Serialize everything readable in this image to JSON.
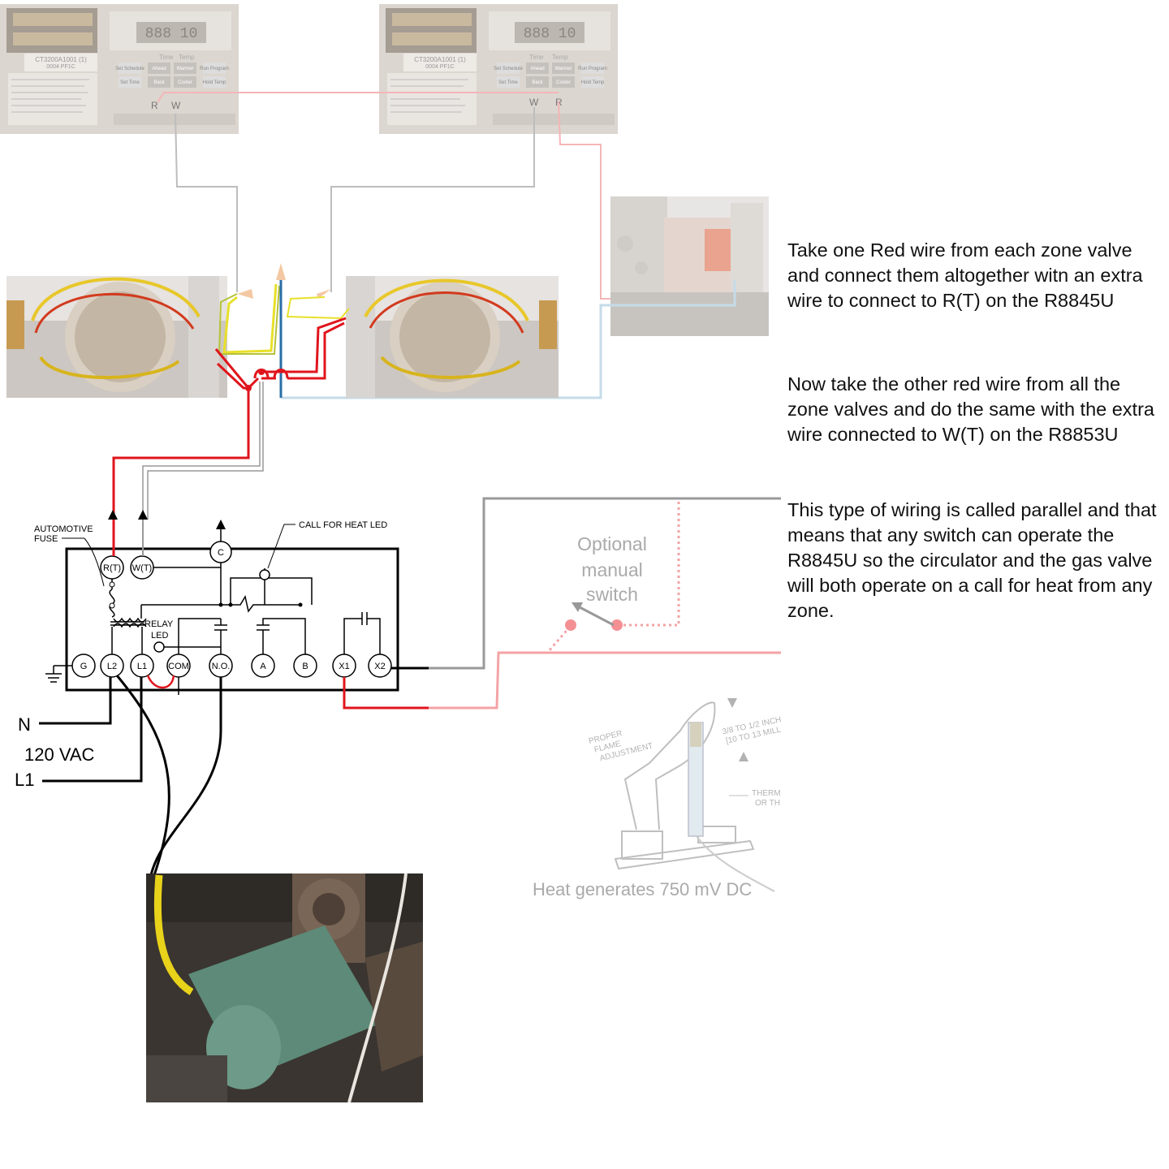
{
  "paragraphs": [
    "Take one Red wire from each zone valve and connect them altogether witn an extra wire to connect to R(T) on the R8845U",
    "Now take the other red wire from all the zone valves and do the same with the extra wire connected to W(T) on the R8853U",
    "This type of wiring is called parallel and that means that any switch can operate the R8845U so the circulator and the gas valve will both operate on a call for heat from any zone."
  ],
  "thermostats": [
    {
      "model": "CT3200A1001 (1)",
      "code": "0004 PF1C",
      "display": "888 10",
      "buttons": [
        "Set Schedule",
        "Ahead",
        "Warmer",
        "Run Program",
        "Set Time",
        "Back",
        "Cooler",
        "Hold Temp"
      ],
      "header_labels": [
        "Time",
        "Temp"
      ],
      "terminals": [
        "R",
        "W"
      ]
    },
    {
      "model": "CT3200A1001 (1)",
      "code": "0004 PF1C",
      "display": "888 10",
      "buttons": [
        "Set Schedule",
        "Ahead",
        "Warmer",
        "Run Program",
        "Set Time",
        "Back",
        "Cooler",
        "Hold Temp"
      ],
      "header_labels": [
        "Time",
        "Temp"
      ],
      "terminals": [
        "W",
        "R"
      ]
    }
  ],
  "control": {
    "fuse_label_1": "AUTOMOTIVE",
    "fuse_label_2": "FUSE",
    "call_for_heat_led": "CALL FOR HEAT LED",
    "relay_led_1": "RELAY",
    "relay_led_2": "LED",
    "top_terminals": [
      "R(T)",
      "W(T)",
      "C"
    ],
    "bottom_terminals": [
      "G",
      "L2",
      "L1",
      "COM",
      "N.O.",
      "A",
      "B",
      "X1",
      "X2"
    ]
  },
  "power": {
    "neutral": "N",
    "voltage": "120 VAC",
    "line": "L1"
  },
  "optional_switch": [
    "Optional",
    "manual",
    "switch"
  ],
  "thermopile": {
    "caption": "Heat generates 750 mV DC",
    "flame_label": [
      "PROPER",
      "FLAME",
      "ADJUSTMENT"
    ],
    "gap_label": [
      "3/8 TO 1/2 INCH",
      "[10 TO 13 MILL"
    ],
    "thermo_label": [
      "THERM",
      "OR TH"
    ]
  },
  "colors": {
    "red_wire": "#e0141c",
    "faded_red_wire": "#f4a3a6",
    "gray_wire": "#999999",
    "blue_wire": "#2a6ea8",
    "light_blue_wire": "#c5dbe8",
    "yellow_wire": "#e8d21a",
    "black_wire": "#000000"
  }
}
